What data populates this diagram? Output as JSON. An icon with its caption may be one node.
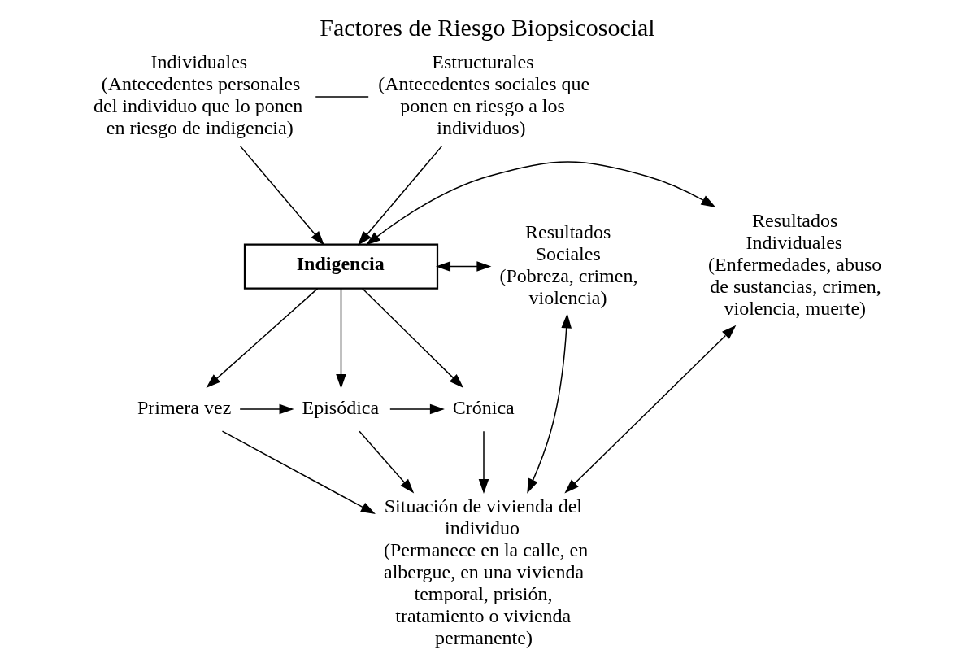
{
  "diagram": {
    "title": "Factores de Riesgo Biopsicosocial",
    "nodes": [
      {
        "text": [
          "Individuales",
          "(Antecedentes personales del individuo que lo ponen en riesgo de indigencia)"
        ]
      },
      {
        "text": [
          "Estructurales",
          "(Antecedentes sociales que ponen en riesgo a los individuos)"
        ]
      },
      {
        "text": [
          "Resultados Individuales",
          "(Enfermedades, abuso de sustancias, crimen, violencia, muerte)"
        ]
      },
      {
        "text": [
          "Indigencia"
        ]
      },
      {
        "text": [
          "Resultados Sociales",
          "(Pobreza, crimen, violencia)"
        ]
      },
      {
        "text": [
          "Primera vez"
        ]
      },
      {
        "text": [
          "Episódica"
        ]
      },
      {
        "text": [
          "Crónica"
        ]
      },
      {
        "text": [
          "Situación de vivienda del individuo",
          "(Permanece en la calle, en albergue, en una vivienda temporal, prisión, tratamiento o vivienda permanente)"
        ]
      }
    ],
    "edges": [
      {
        "from": 0,
        "to": 1,
        "arrow": "none"
      },
      {
        "from": 0,
        "to": 3,
        "arrow": "to"
      },
      {
        "from": 1,
        "to": 3,
        "arrow": "to"
      },
      {
        "from": 3,
        "to": 2,
        "arrow": "both"
      },
      {
        "from": 3,
        "to": 4,
        "arrow": "both"
      },
      {
        "from": 3,
        "to": 5,
        "arrow": "to"
      },
      {
        "from": 3,
        "to": 6,
        "arrow": "to"
      },
      {
        "from": 3,
        "to": 7,
        "arrow": "to"
      },
      {
        "from": 5,
        "to": 6,
        "arrow": "to"
      },
      {
        "from": 6,
        "to": 7,
        "arrow": "to"
      },
      {
        "from": 5,
        "to": 8,
        "arrow": "to"
      },
      {
        "from": 6,
        "to": 8,
        "arrow": "to"
      },
      {
        "from": 7,
        "to": 8,
        "arrow": "to"
      },
      {
        "from": 8,
        "to": 2,
        "arrow": "both"
      },
      {
        "from": 8,
        "to": 4,
        "arrow": "both"
      }
    ]
  }
}
